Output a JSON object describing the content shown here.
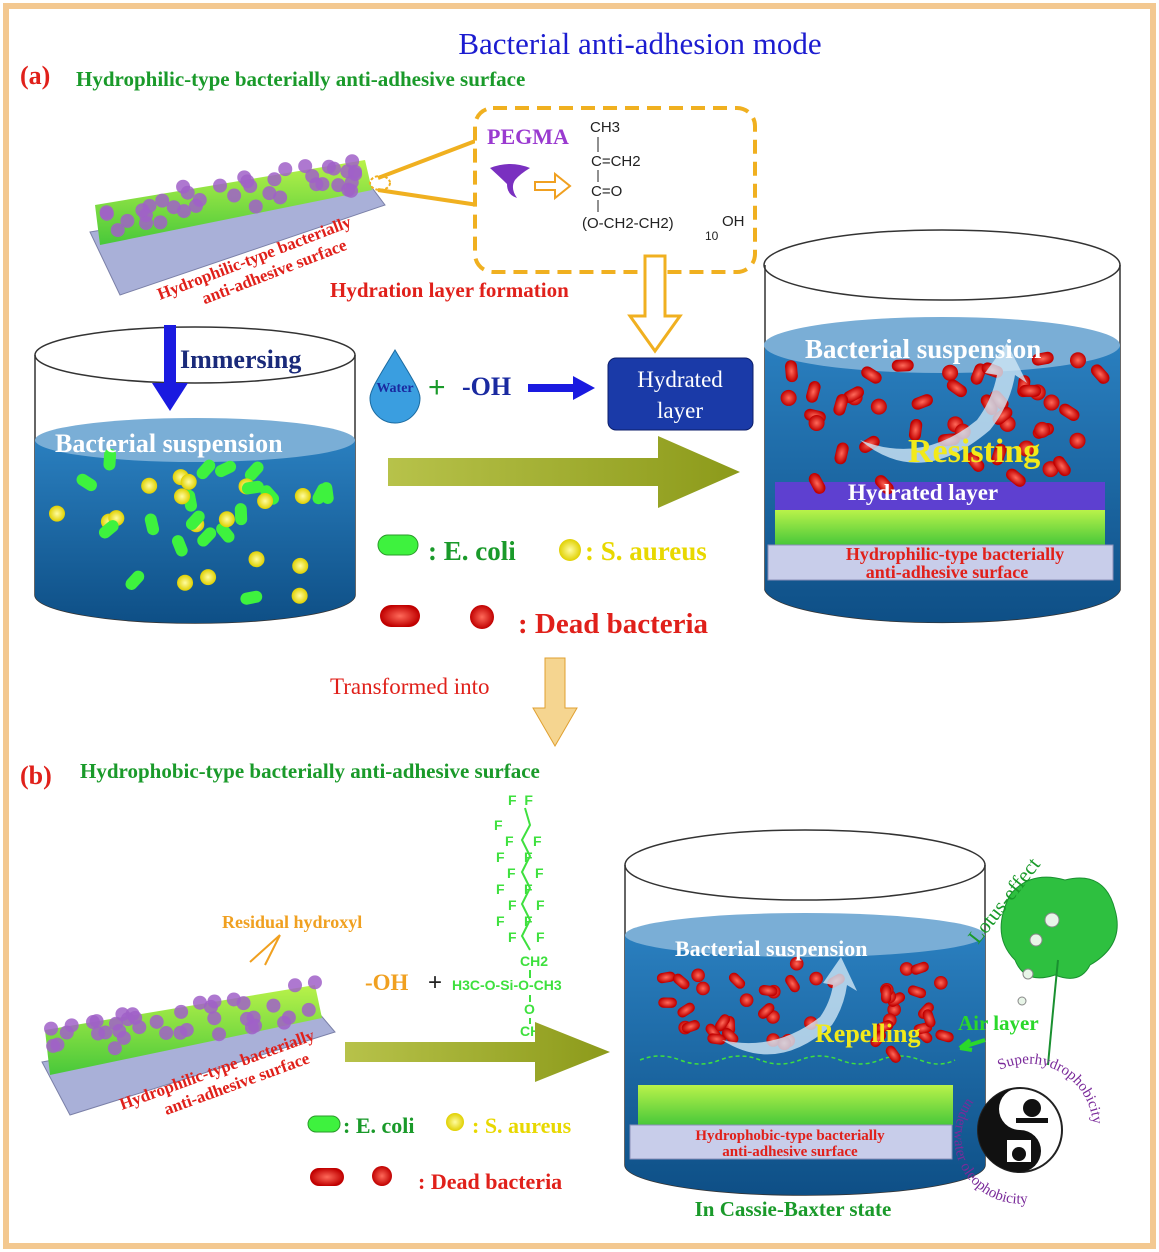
{
  "title": "Bacterial anti-adhesion mode",
  "panel_a": {
    "label": "(a)",
    "heading": "Hydrophilic-type bacterially anti-adhesive surface",
    "slab_text": [
      "Hydrophilic-type bacterially",
      "anti-adhesive surface"
    ],
    "pegma": {
      "name": "PEGMA",
      "formula": [
        "CH3",
        "C=CH2",
        "C=O",
        "(O-CH2-CH2)",
        "10",
        "OH"
      ]
    },
    "hydration_label": "Hydration layer formation",
    "immersing": "Immersing",
    "suspension_left": "Bacterial suspension",
    "water_drop": "Water",
    "plus": "+",
    "oh": "-OH",
    "hydrated_box": [
      "Hydrated",
      "layer"
    ],
    "legend": {
      "ecoli": ": E. coli",
      "saureus": ": S. aureus",
      "dead": ": Dead bacteria"
    },
    "suspension_right": "Bacterial suspension",
    "resisting": "Resisting",
    "hydrated_layer": "Hydrated layer",
    "beaker_surface": [
      "Hydrophilic-type bacterially",
      "anti-adhesive surface"
    ]
  },
  "transform": "Transformed into",
  "panel_b": {
    "label": "(b)",
    "heading": "Hydrophobic-type bacterially anti-adhesive surface",
    "residual": "Residual hydroxyl",
    "slab_text": [
      "Hydrophilic-type bacterially",
      "anti-adhesive surface"
    ],
    "oh": "-OH",
    "plus": "+",
    "silane": {
      "f_chain": [
        "F  F",
        "F",
        "F     F",
        "F     F",
        "F     F",
        "F     F",
        "F     F",
        "F     F",
        "F     F"
      ],
      "ch2": "CH2",
      "center": "H3C-O-Si-O-CH3",
      "o": "O",
      "ch3": "CH3"
    },
    "legend": {
      "ecoli": ": E. coli",
      "saureus": ": S. aureus",
      "dead": ": Dead bacteria"
    },
    "suspension": "Bacterial suspension",
    "repelling": "Repelling",
    "beaker_surface": [
      "Hydrophobic-type bacterially",
      "anti-adhesive surface"
    ],
    "state": "In Cassie-Baxter state",
    "lotus": "Lotus-effect",
    "air_layer": "Air layer",
    "superhydrophobicity": "Superhydrophobicity",
    "oleophobicity": "underwater oleophobicity"
  },
  "colors": {
    "border": "#f3c890",
    "title": "#1c1cd0",
    "green": "#1a9a2a",
    "red": "#e0201a",
    "water": "#1b6aa3",
    "ecoli": "#3ef23e",
    "saureus": "#f2ea1a",
    "dead": "#e01010"
  }
}
